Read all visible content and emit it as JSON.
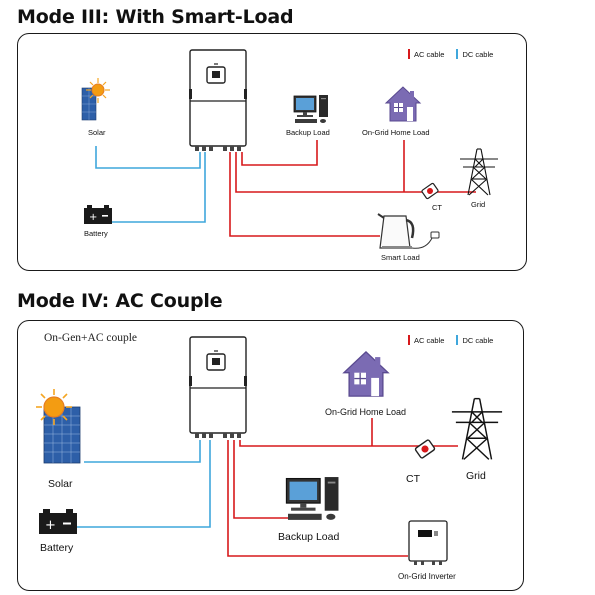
{
  "mode3": {
    "title": "Mode III: With Smart-Load",
    "legend": {
      "ac": "AC cable",
      "dc": "DC cable"
    },
    "labels": {
      "solar": "Solar",
      "battery": "Battery",
      "backup_load": "Backup Load",
      "on_grid_home_load": "On-Grid Home Load",
      "ct": "CT",
      "grid": "Grid",
      "smart_load": "Smart Load"
    }
  },
  "mode4": {
    "title": "Mode IV: AC Couple",
    "subtitle": "On-Gen+AC couple",
    "legend": {
      "ac": "AC cable",
      "dc": "DC cable"
    },
    "labels": {
      "solar": "Solar",
      "battery": "Battery",
      "backup_load": "Backup Load",
      "on_grid_home_load": "On-Grid Home Load",
      "ct": "CT",
      "grid": "Grid",
      "on_grid_inverter": "On-Grid Inverter"
    }
  },
  "colors": {
    "ac": "#d7191c",
    "dc": "#3fa7dc"
  },
  "icons": [
    "inverter-icon",
    "solar-panel-icon",
    "battery-icon",
    "desktop-computer-icon",
    "house-icon",
    "transmission-tower-icon",
    "ct-clamp-icon",
    "kettle-icon",
    "grid-inverter-icon"
  ]
}
